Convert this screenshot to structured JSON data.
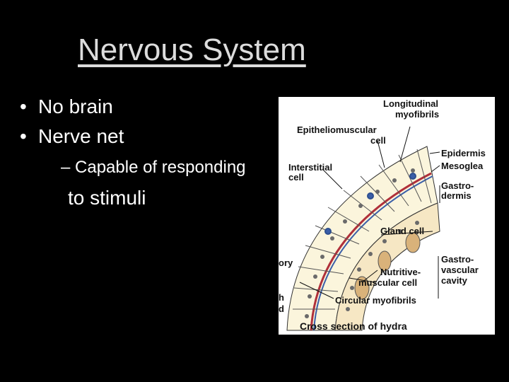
{
  "slide": {
    "title": "Nervous System",
    "bullets": [
      "No brain",
      "Nerve net"
    ],
    "sub_bullet": "– Capable of responding",
    "sub_bullet_cont": "to stimuli"
  },
  "figure": {
    "labels": {
      "longitudinal_1": "Longitudinal",
      "longitudinal_2": "myofibrils",
      "epitheliomuscular_1": "Epitheliomuscular",
      "epitheliomuscular_2": "cell",
      "epidermis": "Epidermis",
      "mesoglea": "Mesoglea",
      "interstitial_1": "Interstitial",
      "interstitial_2": "cell",
      "gastrodermis_1": "Gastro-",
      "gastrodermis_2": "dermis",
      "gland_cell": "Gland cell",
      "gastrovascular_1": "Gastro-",
      "gastrovascular_2": "vascular",
      "gastrovascular_3": "cavity",
      "nutritive_1": "Nutritive-",
      "nutritive_2": "muscular cell",
      "circular": "Circular myofibrils",
      "caption": "Cross section of hydra",
      "edge_1": "ory",
      "edge_2": "h",
      "edge_3": "d"
    }
  }
}
